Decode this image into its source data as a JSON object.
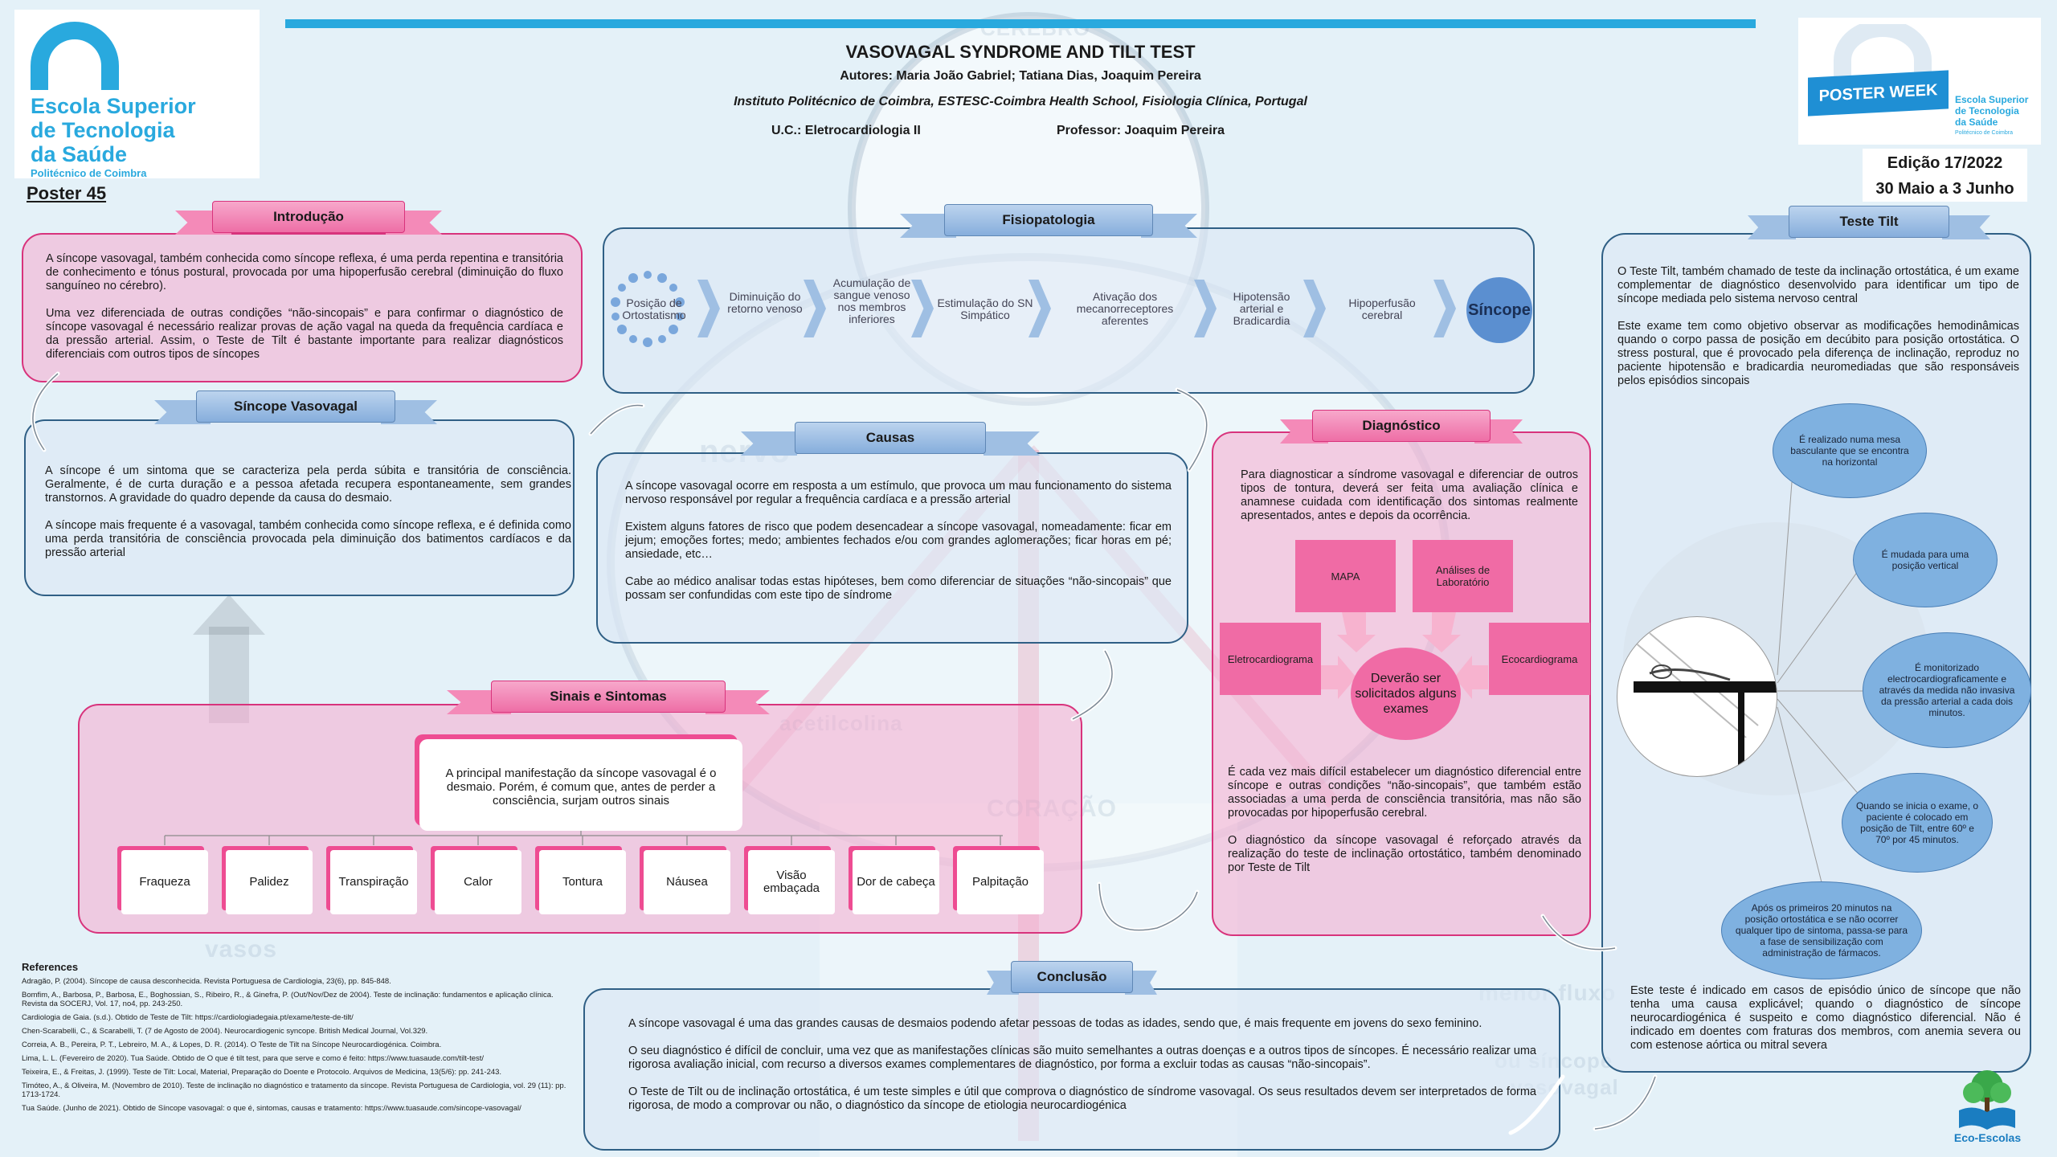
{
  "header": {
    "logo_lines": [
      "Escola Superior",
      "de Tecnologia",
      "da Saúde"
    ],
    "logo_sub": "Politécnico de Coimbra",
    "title": "VASOVAGAL SYNDROME AND TILT TEST",
    "authors": "Autores:  Maria João Gabriel; Tatiana Dias, Joaquim Pereira",
    "institution": "Instituto Politécnico de Coimbra, ESTESC-Coimbra Health School, Fisiologia Clínica, Portugal",
    "uc": "U.C.: Eletrocardiologia II",
    "professor": "Professor: Joaquim Pereira",
    "poster_number": "Poster  45",
    "poster_week": "POSTER WEEK",
    "pw_school": [
      "Escola Superior",
      "de Tecnologia",
      "da Saúde"
    ],
    "pw_sub": "Politécnico de Coimbra",
    "edition": "Edição 17/2022",
    "dates": "30 Maio a 3 Junho"
  },
  "watermarks": [
    "CEREBRO",
    "nervo",
    "acetilcolina",
    "CORAÇÃO",
    "vasos",
    "menor fluxo",
    "ou síncope",
    "vasovagal"
  ],
  "introducao": {
    "title": "Introdução",
    "paragraphs": [
      "A síncope vasovagal, também conhecida como síncope reflexa, é uma perda repentina e transitória de conhecimento e tónus postural, provocada por uma hipoperfusão cerebral (diminuição do fluxo sanguíneo no cérebro).",
      "Uma vez diferenciada de outras condições “não-sincopais” e para confirmar o diagnóstico de síncope vasovagal é necessário realizar provas de ação vagal na queda da frequência cardíaca e da pressão arterial. Assim, o Teste de Tilt é bastante importante para realizar diagnósticos diferenciais com outros tipos de síncopes"
    ]
  },
  "sincope_vasovagal": {
    "title": "Síncope Vasovagal",
    "paragraphs": [
      "A síncope é um sintoma que se caracteriza pela perda súbita e transitória de consciência. Geralmente, é de curta duração e a pessoa afetada recupera espontaneamente, sem grandes transtornos. A gravidade do quadro depende da causa do desmaio.",
      "A síncope mais frequente é a vasovagal, também conhecida como síncope reflexa, e é definida como uma perda transitória de consciência provocada pela diminuição dos batimentos cardíacos e da pressão arterial"
    ]
  },
  "fisiopatologia": {
    "title": "Fisiopatologia",
    "steps": [
      "Posição de Ortostatismo",
      "Diminuição do retorno venoso",
      "Acumulação de sangue venoso nos membros inferiores",
      "Estimulação do SN Simpático",
      "Ativação dos mecanorreceptores aferentes",
      "Hipotensão arterial e Bradicardia",
      "Hipoperfusão cerebral"
    ],
    "final": "Síncope"
  },
  "causas": {
    "title": "Causas",
    "paragraphs": [
      "A síncope vasovagal ocorre em resposta a um estímulo, que provoca um mau funcionamento do sistema nervoso responsável por regular a frequência cardíaca e a pressão arterial",
      "Existem alguns fatores de risco que podem desencadear a síncope vasovagal, nomeadamente: ficar em jejum; emoções fortes; medo; ambientes fechados e/ou com grandes aglomerações; ficar horas em pé; ansiedade, etc…",
      "Cabe ao médico analisar todas estas hipóteses, bem como diferenciar de situações “não-sincopais” que possam ser confundidas com este tipo de síndrome"
    ]
  },
  "sinais": {
    "title": "Sinais e Sintomas",
    "main_text": "A principal manifestação da síncope vasovagal é o desmaio. Porém, é comum que, antes de perder a consciência, surjam outros sinais",
    "symptoms": [
      "Fraqueza",
      "Palidez",
      "Transpiração",
      "Calor",
      "Tontura",
      "Náusea",
      "Visão embaçada",
      "Dor de cabeça",
      "Palpitação"
    ]
  },
  "diagnostico": {
    "title": "Diagnóstico",
    "intro": "Para diagnosticar a síndrome vasovagal e diferenciar de outros tipos de tontura, deverá ser feita uma avaliação clínica e anamnese cuidada com identificação dos sintomas realmente apresentados, antes e depois da ocorrência.",
    "exams": [
      "MAPA",
      "Análises de Laboratório",
      "Eletrocardiograma",
      "Ecocardiograma"
    ],
    "center": "Deverão ser solicitados alguns exames",
    "paragraphs": [
      "É cada vez mais difícil estabelecer um diagnóstico diferencial entre síncope e outras condições “não-sincopais”, que também estão associadas a uma perda de consciência transitória, mas não são provocadas por hipoperfusão cerebral.",
      "O diagnóstico da síncope vasovagal é reforçado através da realização do teste de inclinação ortostático, também denominado por Teste de Tilt"
    ]
  },
  "teste_tilt": {
    "title": "Teste Tilt",
    "paragraphs": [
      "O Teste Tilt, também chamado de teste da inclinação ortostática, é um exame complementar de diagnóstico desenvolvido para identificar um tipo de síncope mediada pelo sistema nervoso central",
      "Este exame tem como objetivo observar as modificações hemodinâmicas quando o corpo passa de posição em decúbito para posição ortostática. O stress postural, que é provocado pela diferença de inclinação, reproduz no paciente hipotensão e bradicardia neuromediadas que são responsáveis pelos episódios sincopais"
    ],
    "steps": [
      "É realizado numa mesa basculante que se encontra na horizontal",
      "É mudada para uma posição vertical",
      "É monitorizado electrocardiograficamente e através da medida não invasiva da pressão arterial a cada dois minutos.",
      "Quando se inicia o exame, o paciente é colocado em posição de Tilt, entre 60º e 70º por 45 minutos.",
      "Após os primeiros 20 minutos na posição ortostática e se não ocorrer qualquer tipo de sintoma, passa-se para a fase de sensibilização com administração de fármacos."
    ],
    "closing": "Este teste é indicado em casos de episódio único de síncope que não tenha uma causa explicável; quando o diagnóstico de síncope neurocardiogénica é suspeito e como diagnóstico diferencial. Não é indicado em doentes com fraturas dos membros, com anemia severa ou com estenose aórtica ou mitral severa"
  },
  "conclusao": {
    "title": "Conclusão",
    "paragraphs": [
      "A síncope vasovagal é uma das grandes causas de desmaios podendo afetar pessoas de todas as idades, sendo que, é mais frequente em jovens do sexo feminino.",
      "O seu diagnóstico é difícil de concluir, uma vez que as manifestações clínicas são muito semelhantes a outras doenças e a outros tipos de síncopes. É necessário realizar uma rigorosa avaliação inicial, com recurso a diversos exames complementares de diagnóstico, por forma a excluir todas as causas “não-sincopais”.",
      "O Teste de Tilt ou de inclinação ortostática, é um teste simples e útil que comprova o diagnóstico de síndrome vasovagal. Os seus resultados devem ser interpretados de forma rigorosa, de modo a comprovar ou não, o diagnóstico da síncope de etiologia neurocardiogénica"
    ]
  },
  "references": {
    "title": "References",
    "items": [
      "Adragão, P. (2004). Síncope de causa desconhecida. Revista Portuguesa de Cardiologia, 23(6), pp. 845-848.",
      "Bomfim, A., Barbosa, P., Barbosa, E., Boghossian, S., Ribeiro, R., & Ginefra, P. (Out/Nov/Dez de 2004). Teste de inclinação: fundamentos e aplicação clínica. Revista da SOCERJ, Vol. 17, no4, pp. 243-250.",
      "Cardiologia de Gaia. (s.d.). Obtido de Teste de Tilt: https://cardiologiadegaia.pt/exame/teste-de-tilt/",
      "Chen-Scarabelli, C., & Scarabelli, T. (7 de Agosto de 2004). Neurocardiogenic syncope. British Medical Journal, Vol.329.",
      "Correia, A. B., Pereira, P. T., Lebreiro, M. A., & Lopes, D. R. (2014). O Teste de Tilt na Síncope Neurocardiogénica. Coimbra.",
      "Lima, L. L. (Fevereiro de 2020). Tua Saúde. Obtido de O que é tilt test, para que serve e como é feito: https://www.tuasaude.com/tilt-test/",
      "Teixeira, E., & Freitas, J. (1999). Teste de Tilt: Local, Material, Preparação do Doente e Protocolo. Arquivos de Medicina, 13(5/6): pp. 241-243.",
      "Timóteo, A., & Oliveira, M. (Novembro de 2010). Teste de inclinação no diagnóstico e tratamento da síncope. Revista Portuguesa de Cardiologia, vol. 29 (11): pp. 1713-1724.",
      "Tua Saúde. (Junho de 2021). Obtido de Síncope vasovagal: o que é, sintomas, causas e tratamento: https://www.tuasaude.com/sincope-vasovagal/"
    ]
  },
  "eco_escolas": "Eco-Escolas",
  "colors": {
    "brand_blue": "#29a9de",
    "pink_accent": "#ee4c92",
    "navy_border": "#2f5f85",
    "oval_blue": "#7fb1e0"
  }
}
